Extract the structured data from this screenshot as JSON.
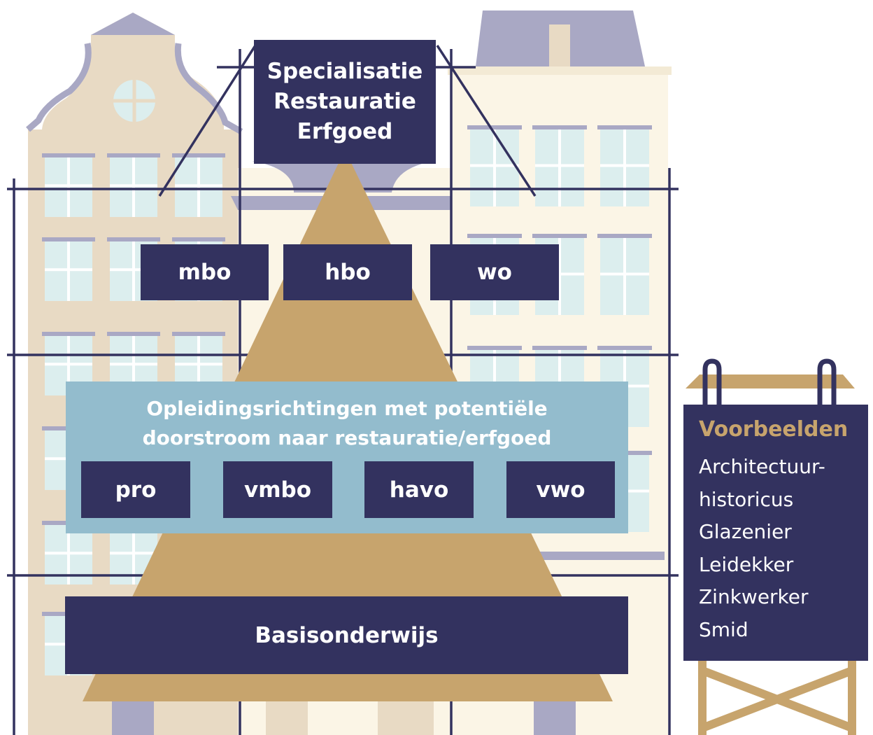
{
  "diagram": {
    "top": {
      "lines": [
        "Specialisatie",
        "Restauratie",
        "Erfgoed"
      ]
    },
    "higher_education": [
      "mbo",
      "hbo",
      "wo"
    ],
    "pathways": {
      "title_lines": [
        "Opleidingsrichtingen met potentiële",
        "doorstroom naar restauratie/erfgoed"
      ],
      "levels": [
        "pro",
        "vmbo",
        "havo",
        "vwo"
      ]
    },
    "base": "Basisonderwijs"
  },
  "sign": {
    "heading": "Voorbeelden",
    "lines": [
      "Architectuur-",
      "historicus",
      "Glazenier",
      "Leidekker",
      "Zinkwerker",
      "Smid"
    ]
  },
  "colors": {
    "navy": "#33325f",
    "gold": "#c7a46d",
    "light_blue": "#93bccd",
    "facade": "#e8dac4",
    "facade_light": "#fbf5e6",
    "roof": "#a9a8c4",
    "window": "#dceeee"
  }
}
